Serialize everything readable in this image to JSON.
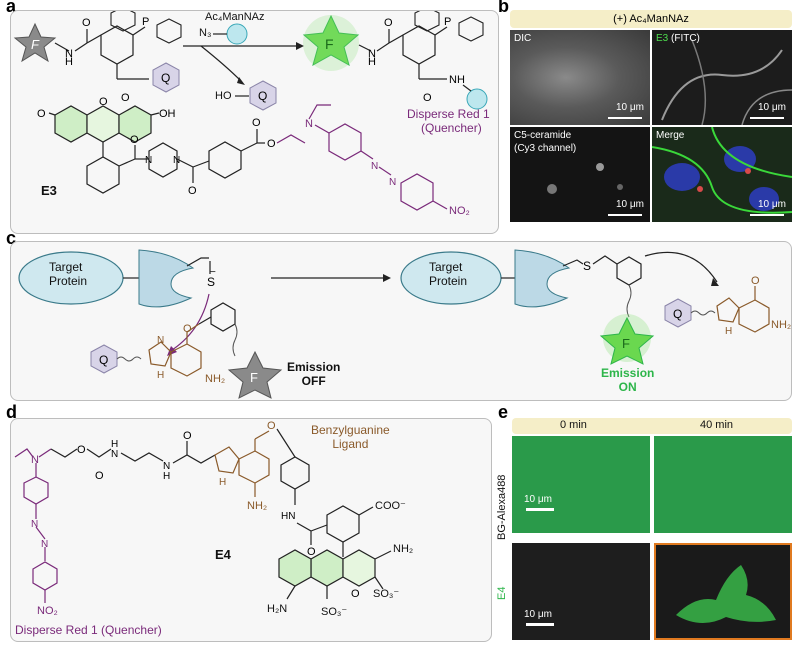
{
  "panels": {
    "a": {
      "label": "a",
      "reagent_main": "Ac₄ManNAz",
      "reagent_azide": "N₃",
      "F": "F",
      "Q": "Q",
      "ho": "HO",
      "O": "O",
      "H": "H",
      "N": "N",
      "OH": "OH",
      "P": "P",
      "compound": "E3",
      "quencher_line1": "Disperse Red 1",
      "quencher_line2": "(Quencher)",
      "no2": "NO₂",
      "nh": "NH"
    },
    "b": {
      "label": "b",
      "header": "(+) Ac₄ManNAz",
      "dic": "DIC",
      "e3_prefix": "E3",
      "e3_suffix": " (FITC)",
      "c5_line1": "C5-ceramide",
      "c5_line2": "(Cy3 channel)",
      "merge": "Merge",
      "scale": "10 μm"
    },
    "c": {
      "label": "c",
      "target1": "Target",
      "target2": "Protein",
      "S": "S",
      "Q": "Q",
      "F": "F",
      "off_line1": "Emission",
      "off_line2": "OFF",
      "on_line1": "Emission",
      "on_line2": "ON",
      "nh2": "NH₂",
      "O": "O",
      "N": "N",
      "H": "H"
    },
    "d": {
      "label": "d",
      "ligand_line1": "Benzylguanine",
      "ligand_line2": "Ligand",
      "compound": "E4",
      "quencher": "Disperse Red 1 (Quencher)",
      "coo": "COO⁻",
      "nh2": "NH₂",
      "so3": "SO₃⁻",
      "h2n": "H₂N",
      "no2": "NO₂",
      "O": "O",
      "N": "N",
      "H": "H",
      "HN": "HN"
    },
    "e": {
      "label": "e",
      "t0": "0 min",
      "t40": "40 min",
      "row1": "BG-Alexa488",
      "row2": "E4",
      "scale": "10 μm"
    }
  },
  "colors": {
    "purple": "#7a2a7a",
    "brown": "#8a5a2a",
    "green": "#2db54a",
    "teal": "#3aa89a",
    "orange": "#e07a20"
  }
}
